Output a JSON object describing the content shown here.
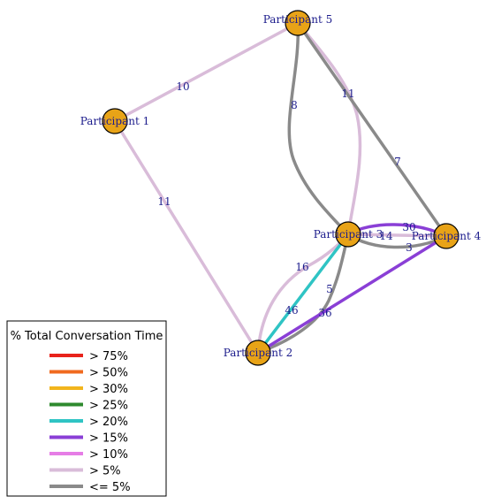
{
  "nodes": [
    {
      "id": "p1",
      "label": "Participant 1"
    },
    {
      "id": "p2",
      "label": "Participant 2"
    },
    {
      "id": "p3",
      "label": "Participant 3"
    },
    {
      "id": "p4",
      "label": "Participant 4"
    },
    {
      "id": "p5",
      "label": "Participant 5"
    }
  ],
  "edges": [
    {
      "from": "p1",
      "to": "p5",
      "label": "10",
      "color": "#d9bcd9"
    },
    {
      "from": "p1",
      "to": "p2",
      "label": "11",
      "color": "#d9bcd9"
    },
    {
      "from": "p5",
      "to": "p3",
      "label": "8",
      "color": "#8a8a8a"
    },
    {
      "from": "p5",
      "to": "p3",
      "label": "11",
      "color": "#d9bcd9"
    },
    {
      "from": "p5",
      "to": "p4",
      "label": "7",
      "color": "#8a8a8a"
    },
    {
      "from": "p3",
      "to": "p4",
      "label": "30",
      "color": "#8a3fd6"
    },
    {
      "from": "p3",
      "to": "p4",
      "label": "14",
      "color": "#d9bcd9"
    },
    {
      "from": "p3",
      "to": "p4",
      "label": "3",
      "color": "#8a8a8a"
    },
    {
      "from": "p2",
      "to": "p3",
      "label": "16",
      "color": "#d9bcd9"
    },
    {
      "from": "p2",
      "to": "p3",
      "label": "46",
      "color": "#2fc4c4"
    },
    {
      "from": "p2",
      "to": "p3",
      "label": "5",
      "color": "#8a8a8a"
    },
    {
      "from": "p2",
      "to": "p4",
      "label": "36",
      "color": "#8a3fd6"
    }
  ],
  "legend": {
    "title": "% Total Conversation Time",
    "items": [
      {
        "label": "> 75%",
        "color": "#e8231b"
      },
      {
        "label": "> 50%",
        "color": "#f06a1f"
      },
      {
        "label": "> 30%",
        "color": "#f2b51c"
      },
      {
        "label": "> 25%",
        "color": "#2e8a2e"
      },
      {
        "label": "> 20%",
        "color": "#2fc4c4"
      },
      {
        "label": "> 15%",
        "color": "#8a3fd6"
      },
      {
        "label": "> 10%",
        "color": "#e67de6"
      },
      {
        "label": "> 5%",
        "color": "#d9bcd9"
      },
      {
        "label": "<= 5%",
        "color": "#8a8a8a"
      }
    ]
  },
  "colors": {
    "node_fill": "#e8a317",
    "node_stroke": "#000000"
  }
}
